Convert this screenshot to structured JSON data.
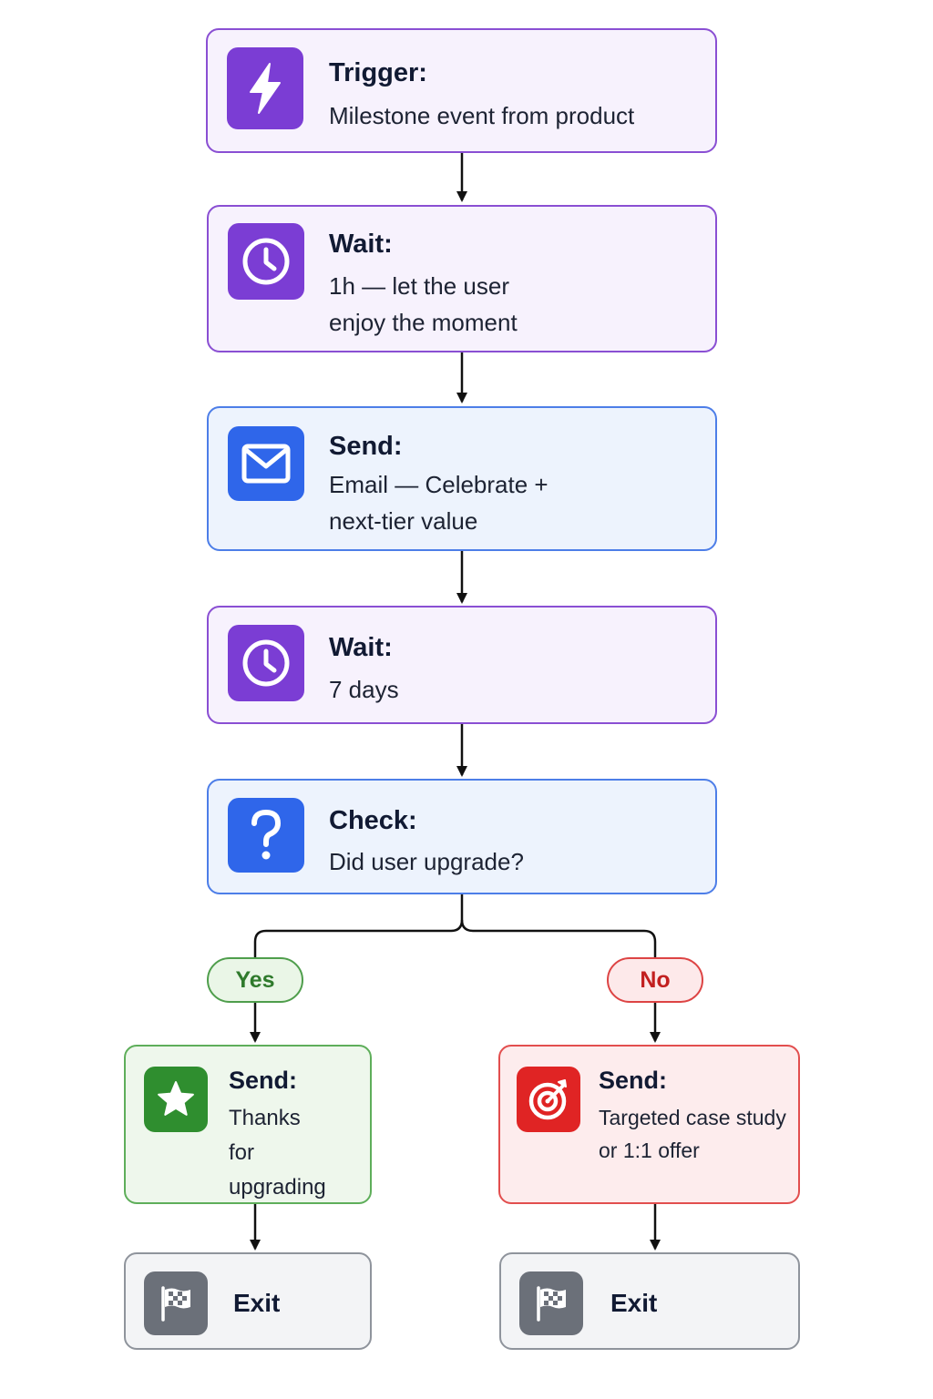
{
  "nodes": {
    "trigger": {
      "title": "Trigger:",
      "lines": [
        "Milestone event from product"
      ],
      "icon": "lightning-bolt-icon"
    },
    "wait1": {
      "title": "Wait:",
      "lines": [
        "1h — let the user",
        "enjoy the moment"
      ],
      "icon": "clock-icon"
    },
    "send_email": {
      "title": "Send:",
      "lines": [
        "Email — Celebrate +",
        "next-tier value"
      ],
      "icon": "envelope-icon"
    },
    "wait2": {
      "title": "Wait:",
      "lines": [
        "7 days"
      ],
      "icon": "clock-icon"
    },
    "check": {
      "title": "Check:",
      "lines": [
        "Did user upgrade?"
      ],
      "icon": "question-mark-icon"
    },
    "send_yes": {
      "title": "Send:",
      "lines": [
        "Thanks",
        "for",
        "upgrading"
      ],
      "icon": "star-icon"
    },
    "send_no": {
      "title": "Send:",
      "lines": [
        "Targeted case study",
        "or 1:1 offer"
      ],
      "icon": "target-icon"
    },
    "exit_yes": {
      "label": "Exit",
      "icon": "checkered-flag-icon"
    },
    "exit_no": {
      "label": "Exit",
      "icon": "checkered-flag-icon"
    }
  },
  "branches": {
    "yes": "Yes",
    "no": "No"
  },
  "colors": {
    "purple_accent": "#7b3dd4",
    "blue_accent": "#2f66ea",
    "green_accent": "#2f8e2f",
    "red_accent": "#e02424",
    "gray_accent": "#6b7079",
    "connector": "#111111"
  }
}
